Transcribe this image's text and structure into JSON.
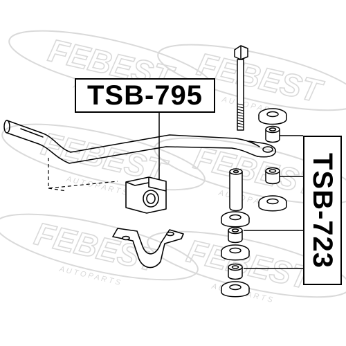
{
  "watermark": {
    "brand": "FEBEST",
    "subtext": "A U T O   P A R T S",
    "color": "#d9d9d9"
  },
  "labels": {
    "stabilizer_bushing": "TSB-795",
    "link_bushing_kit": "TSB-723"
  },
  "colors": {
    "line": "#000000",
    "box_border": "#000000",
    "background": "#ffffff"
  }
}
